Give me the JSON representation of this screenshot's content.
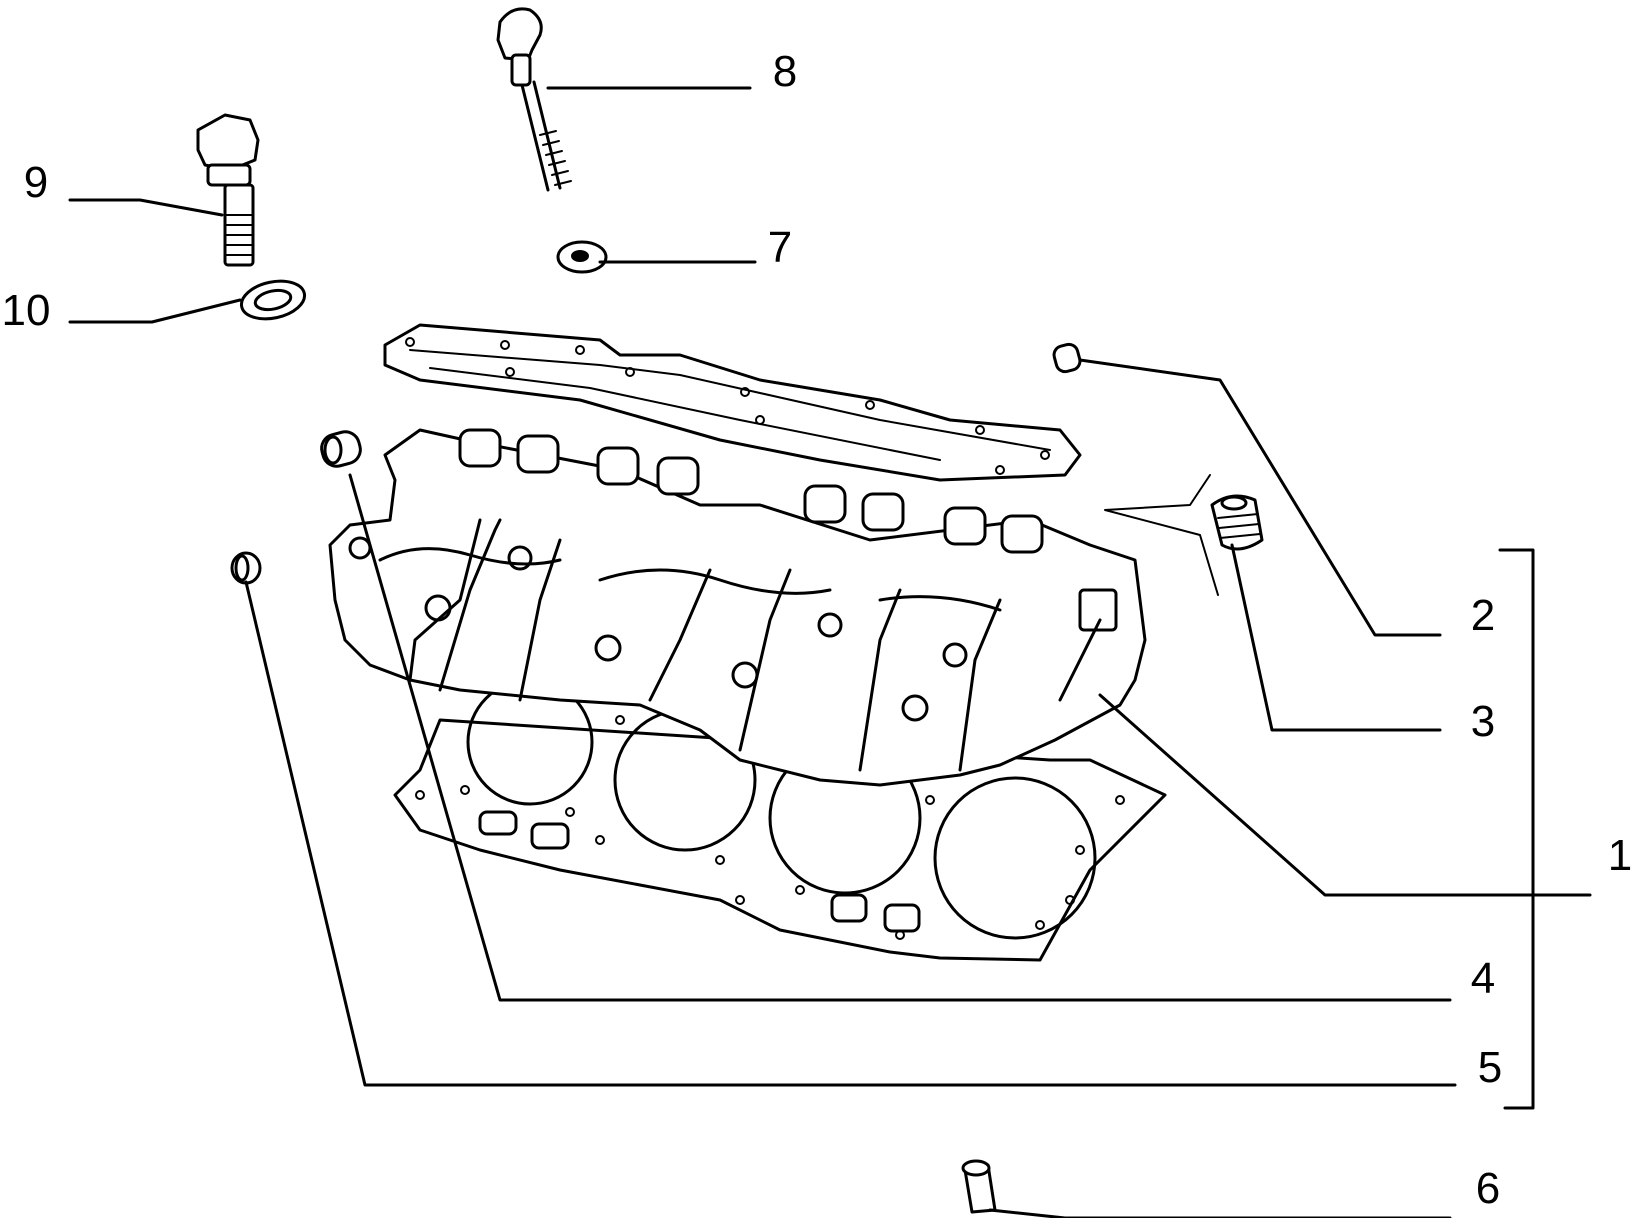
{
  "callouts": [
    {
      "id": "c1",
      "number": "1"
    },
    {
      "id": "c2",
      "number": "2"
    },
    {
      "id": "c3",
      "number": "3"
    },
    {
      "id": "c4",
      "number": "4"
    },
    {
      "id": "c5",
      "number": "5"
    },
    {
      "id": "c6",
      "number": "6"
    },
    {
      "id": "c7",
      "number": "7"
    },
    {
      "id": "c8",
      "number": "8"
    },
    {
      "id": "c9",
      "number": "9"
    },
    {
      "id": "c10",
      "number": "10"
    }
  ]
}
